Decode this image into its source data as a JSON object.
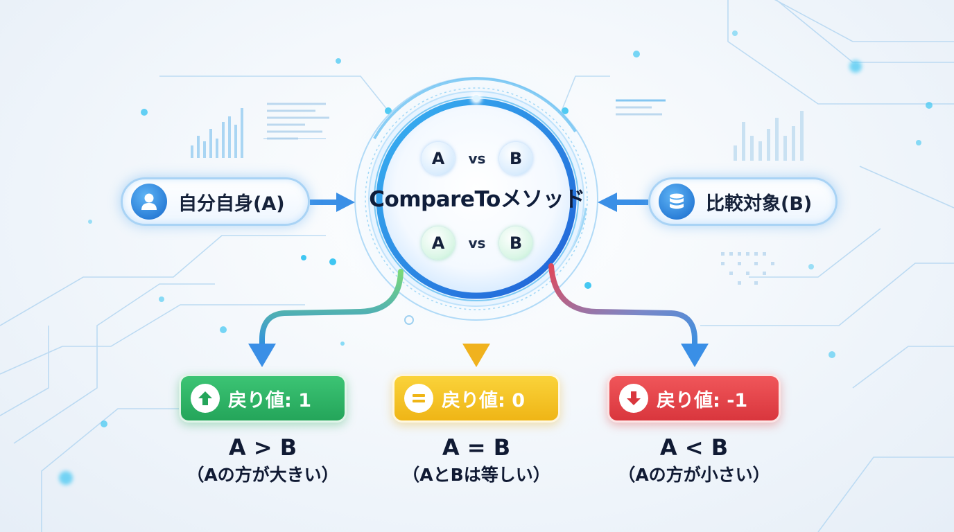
{
  "inputs": {
    "left_label": "自分自身(A)",
    "right_label": "比較対象(B)"
  },
  "hub": {
    "title": "CompareToメソッド",
    "top_pair": {
      "a": "A",
      "vs": "vs",
      "b": "B"
    },
    "bottom_pair": {
      "a": "A",
      "vs": "vs",
      "b": "B"
    }
  },
  "outcomes": [
    {
      "return_label": "戻り値: 1",
      "relation": "A > B",
      "note": "（Aの方が大きい）",
      "color": "#2fb366",
      "icon": "up-arrow-icon"
    },
    {
      "return_label": "戻り値: 0",
      "relation": "A = B",
      "note": "（AとBは等しい）",
      "color": "#f2c01e",
      "icon": "equals-icon"
    },
    {
      "return_label": "戻り値: -1",
      "relation": "A < B",
      "note": "（Aの方が小さい）",
      "color": "#e5454a",
      "icon": "down-arrow-icon"
    }
  ],
  "colors": {
    "accent_blue": "#2b7fd8",
    "green": "#2fb366",
    "yellow": "#f2c01e",
    "red": "#e5454a"
  }
}
